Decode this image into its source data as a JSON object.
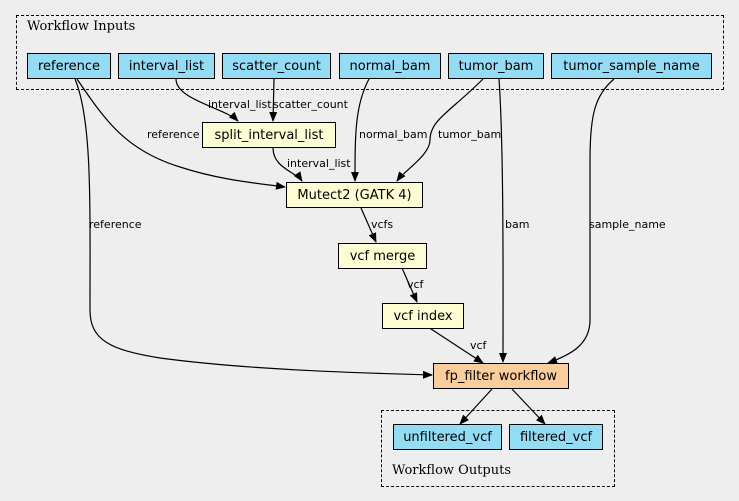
{
  "clusters": {
    "inputs_title": "Workflow Inputs",
    "outputs_title": "Workflow Outputs"
  },
  "nodes": {
    "reference": "reference",
    "interval_list": "interval_list",
    "scatter_count": "scatter_count",
    "normal_bam": "normal_bam",
    "tumor_bam": "tumor_bam",
    "tumor_sample_name": "tumor_sample_name",
    "split_interval_list": "split_interval_list",
    "mutect2": "Mutect2 (GATK 4)",
    "vcf_merge": "vcf merge",
    "vcf_index": "vcf index",
    "fp_filter": "fp_filter workflow",
    "unfiltered_vcf": "unfiltered_vcf",
    "filtered_vcf": "filtered_vcf"
  },
  "edge_labels": {
    "interval_list": "interval_list",
    "scatter_count": "scatter_count",
    "reference_to_mutect": "reference",
    "normal_bam": "normal_bam",
    "tumor_bam": "tumor_bam",
    "split_to_mutect": "interval_list",
    "reference_to_fp": "reference",
    "bam": "bam",
    "sample_name": "sample_name",
    "vcfs": "vcfs",
    "merge_to_index": "vcf",
    "index_to_fp": "vcf"
  }
}
